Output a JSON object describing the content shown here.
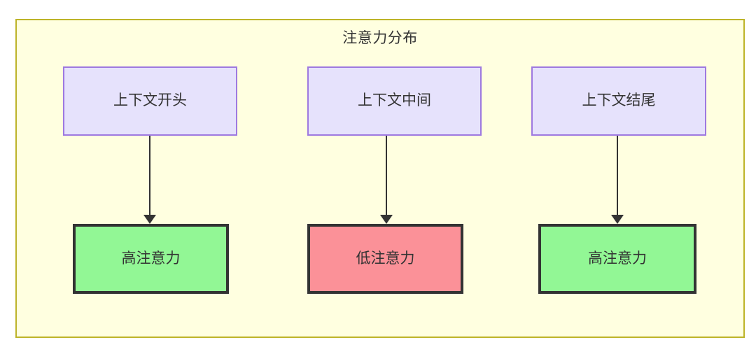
{
  "diagram": {
    "type": "flowchart",
    "title": "注意力分布",
    "container": {
      "background_color": "#ffffe0",
      "border_color": "#bdb429"
    },
    "nodes": {
      "context_start": {
        "label": "上下文开头",
        "fill_color": "#e6e2fc",
        "border_color": "#9e79e0"
      },
      "context_middle": {
        "label": "上下文中间",
        "fill_color": "#e6e2fc",
        "border_color": "#9e79e0"
      },
      "context_end": {
        "label": "上下文结尾",
        "fill_color": "#e6e2fc",
        "border_color": "#9e79e0"
      },
      "attention_start": {
        "label": "高注意力",
        "fill_color": "#92f795",
        "border_color": "#333333"
      },
      "attention_middle": {
        "label": "低注意力",
        "fill_color": "#fb9198",
        "border_color": "#333333"
      },
      "attention_end": {
        "label": "高注意力",
        "fill_color": "#92f795",
        "border_color": "#333333"
      }
    },
    "edges": [
      {
        "from": "context_start",
        "to": "attention_start",
        "label": ""
      },
      {
        "from": "context_middle",
        "to": "attention_middle",
        "label": ""
      },
      {
        "from": "context_end",
        "to": "attention_end",
        "label": ""
      }
    ]
  }
}
